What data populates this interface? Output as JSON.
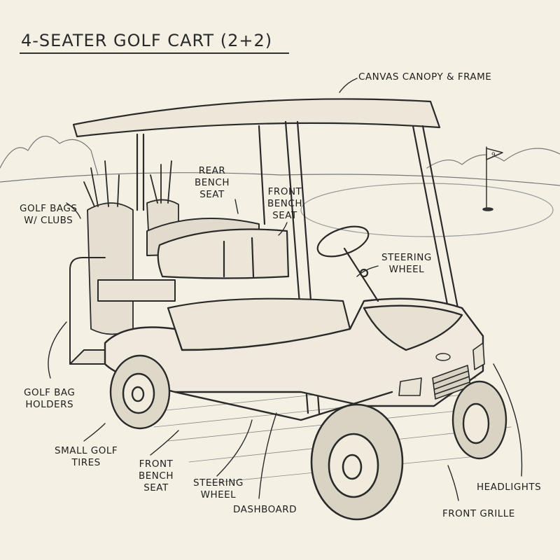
{
  "title": "4-SEATER GOLF CART (2+2)",
  "flag_number": "9",
  "colors": {
    "paper": "#f4f0e4",
    "ink": "#222222"
  },
  "labels": {
    "canopy": "CANVAS CANOPY & FRAME",
    "rear_seat_1": "REAR",
    "rear_seat_2": "BENCH",
    "rear_seat_3": "SEAT",
    "front_seat_top_1": "FRONT",
    "front_seat_top_2": "BENCH",
    "front_seat_top_3": "SEAT",
    "golf_bags_1": "GOLF BAGS",
    "golf_bags_2": "W/ CLUBS",
    "steering_top_1": "STEERING",
    "steering_top_2": "WHEEL",
    "bag_holders_1": "GOLF BAG",
    "bag_holders_2": "HOLDERS",
    "tires_1": "SMALL GOLF",
    "tires_2": "TIRES",
    "front_seat_bottom_1": "FRONT",
    "front_seat_bottom_2": "BENCH",
    "front_seat_bottom_3": "SEAT",
    "steering_bottom_1": "STEERING",
    "steering_bottom_2": "WHEEL",
    "dashboard": "DASHBOARD",
    "headlights": "HEADLIGHTS",
    "front_grille": "FRONT GRILLE"
  }
}
